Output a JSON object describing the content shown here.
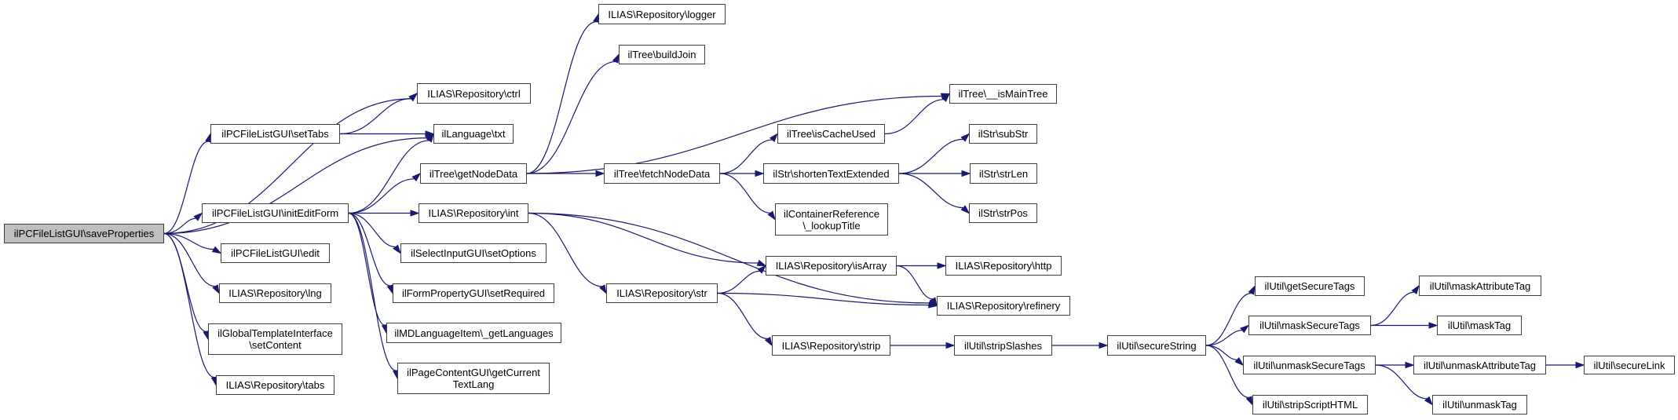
{
  "graph": {
    "type": "call-graph",
    "root": "saveProperties",
    "colors": {
      "edge": "#191970",
      "root_fill": "#bfbfbf",
      "node_fill": "#ffffff",
      "node_border": "#404040"
    },
    "nodes": [
      {
        "id": "saveProperties",
        "label": "ilPCFileListGUI\\saveProperties"
      },
      {
        "id": "setTabs",
        "label": "ilPCFileListGUI\\setTabs"
      },
      {
        "id": "initEditForm",
        "label": "ilPCFileListGUI\\initEditForm"
      },
      {
        "id": "edit",
        "label": "ilPCFileListGUI\\edit"
      },
      {
        "id": "lng",
        "label": "ILIAS\\Repository\\lng"
      },
      {
        "id": "setContent",
        "label": "ilGlobalTemplateInterface\n\\setContent"
      },
      {
        "id": "tabs",
        "label": "ILIAS\\Repository\\tabs"
      },
      {
        "id": "ctrl",
        "label": "ILIAS\\Repository\\ctrl"
      },
      {
        "id": "txt",
        "label": "ilLanguage\\txt"
      },
      {
        "id": "getNodeData",
        "label": "ilTree\\getNodeData"
      },
      {
        "id": "int",
        "label": "ILIAS\\Repository\\int"
      },
      {
        "id": "setOptions",
        "label": "ilSelectInputGUI\\setOptions"
      },
      {
        "id": "setRequired",
        "label": "ilFormPropertyGUI\\setRequired"
      },
      {
        "id": "getLanguages",
        "label": "ilMDLanguageItem\\_getLanguages"
      },
      {
        "id": "getCurrentTextLang",
        "label": "ilPageContentGUI\\getCurrent\nTextLang"
      },
      {
        "id": "logger",
        "label": "ILIAS\\Repository\\logger"
      },
      {
        "id": "buildJoin",
        "label": "ilTree\\buildJoin"
      },
      {
        "id": "fetchNodeData",
        "label": "ilTree\\fetchNodeData"
      },
      {
        "id": "str",
        "label": "ILIAS\\Repository\\str"
      },
      {
        "id": "isMainTree",
        "label": "ilTree\\__isMainTree"
      },
      {
        "id": "isCacheUsed",
        "label": "ilTree\\isCacheUsed"
      },
      {
        "id": "shortenTextExtended",
        "label": "ilStr\\shortenTextExtended"
      },
      {
        "id": "lookupTitle",
        "label": "ilContainerReference\n\\_lookupTitle"
      },
      {
        "id": "isArray",
        "label": "ILIAS\\Repository\\isArray"
      },
      {
        "id": "strip",
        "label": "ILIAS\\Repository\\strip"
      },
      {
        "id": "subStr",
        "label": "ilStr\\subStr"
      },
      {
        "id": "strLen",
        "label": "ilStr\\strLen"
      },
      {
        "id": "strPos",
        "label": "ilStr\\strPos"
      },
      {
        "id": "http",
        "label": "ILIAS\\Repository\\http"
      },
      {
        "id": "refinery",
        "label": "ILIAS\\Repository\\refinery"
      },
      {
        "id": "stripSlashes",
        "label": "ilUtil\\stripSlashes"
      },
      {
        "id": "secureString",
        "label": "ilUtil\\secureString"
      },
      {
        "id": "getSecureTags",
        "label": "ilUtil\\getSecureTags"
      },
      {
        "id": "maskSecureTags",
        "label": "ilUtil\\maskSecureTags"
      },
      {
        "id": "unmaskSecureTags",
        "label": "ilUtil\\unmaskSecureTags"
      },
      {
        "id": "stripScriptHTML",
        "label": "ilUtil\\stripScriptHTML"
      },
      {
        "id": "maskAttributeTag",
        "label": "ilUtil\\maskAttributeTag"
      },
      {
        "id": "maskTag",
        "label": "ilUtil\\maskTag"
      },
      {
        "id": "unmaskAttributeTag",
        "label": "ilUtil\\unmaskAttributeTag"
      },
      {
        "id": "unmaskTag",
        "label": "ilUtil\\unmaskTag"
      },
      {
        "id": "secureLink",
        "label": "ilUtil\\secureLink"
      }
    ],
    "edges": [
      [
        "saveProperties",
        "ctrl"
      ],
      [
        "saveProperties",
        "setTabs"
      ],
      [
        "saveProperties",
        "txt"
      ],
      [
        "saveProperties",
        "initEditForm"
      ],
      [
        "saveProperties",
        "edit"
      ],
      [
        "saveProperties",
        "lng"
      ],
      [
        "saveProperties",
        "setContent"
      ],
      [
        "saveProperties",
        "tabs"
      ],
      [
        "setTabs",
        "ctrl"
      ],
      [
        "setTabs",
        "txt"
      ],
      [
        "initEditForm",
        "txt"
      ],
      [
        "initEditForm",
        "getNodeData"
      ],
      [
        "initEditForm",
        "int"
      ],
      [
        "initEditForm",
        "setOptions"
      ],
      [
        "initEditForm",
        "setRequired"
      ],
      [
        "initEditForm",
        "getLanguages"
      ],
      [
        "initEditForm",
        "getCurrentTextLang"
      ],
      [
        "getNodeData",
        "logger"
      ],
      [
        "getNodeData",
        "buildJoin"
      ],
      [
        "getNodeData",
        "isMainTree"
      ],
      [
        "getNodeData",
        "fetchNodeData"
      ],
      [
        "fetchNodeData",
        "isCacheUsed"
      ],
      [
        "fetchNodeData",
        "shortenTextExtended"
      ],
      [
        "fetchNodeData",
        "lookupTitle"
      ],
      [
        "isCacheUsed",
        "isMainTree"
      ],
      [
        "shortenTextExtended",
        "subStr"
      ],
      [
        "shortenTextExtended",
        "strLen"
      ],
      [
        "shortenTextExtended",
        "strPos"
      ],
      [
        "int",
        "isArray"
      ],
      [
        "int",
        "str"
      ],
      [
        "int",
        "refinery"
      ],
      [
        "str",
        "isArray"
      ],
      [
        "str",
        "refinery"
      ],
      [
        "str",
        "strip"
      ],
      [
        "isArray",
        "http"
      ],
      [
        "isArray",
        "refinery"
      ],
      [
        "strip",
        "stripSlashes"
      ],
      [
        "stripSlashes",
        "secureString"
      ],
      [
        "secureString",
        "getSecureTags"
      ],
      [
        "secureString",
        "maskSecureTags"
      ],
      [
        "secureString",
        "unmaskSecureTags"
      ],
      [
        "secureString",
        "stripScriptHTML"
      ],
      [
        "maskSecureTags",
        "maskAttributeTag"
      ],
      [
        "maskSecureTags",
        "maskTag"
      ],
      [
        "unmaskSecureTags",
        "unmaskAttributeTag"
      ],
      [
        "unmaskSecureTags",
        "unmaskTag"
      ],
      [
        "unmaskAttributeTag",
        "secureLink"
      ]
    ]
  }
}
